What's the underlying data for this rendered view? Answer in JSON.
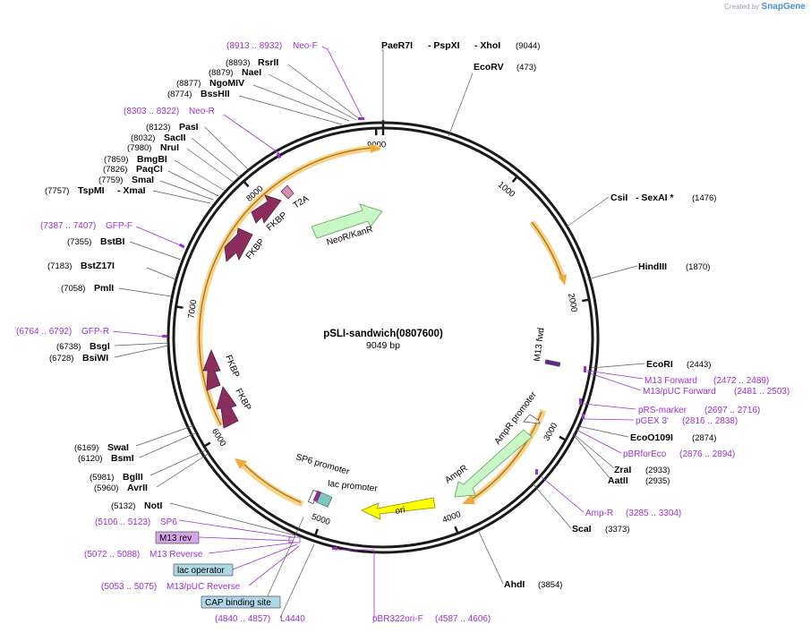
{
  "watermark": {
    "prefix": "Created by",
    "brand": "SnapGene"
  },
  "plasmid": {
    "name": "pSLI-sandwich(0807600)",
    "size_label": "9049 bp",
    "length": 9049
  },
  "ring_ticks": [
    "1000",
    "2000",
    "3000",
    "4000",
    "5000",
    "6000",
    "7000",
    "8000",
    "9000"
  ],
  "sites": [
    {
      "name": "PaeR7I",
      "pos": 9044,
      "num": ""
    },
    {
      "name": "- PspXI",
      "pos": 9044,
      "num": ""
    },
    {
      "name": "- XhoI",
      "pos": 9044,
      "num": "(9044)"
    },
    {
      "name": "EcoRV",
      "pos": 473,
      "num": "(473)"
    },
    {
      "name": "CsiI",
      "pos": 1476,
      "num": ""
    },
    {
      "name": "- SexAI *",
      "pos": 1476,
      "num": "(1476)"
    },
    {
      "name": "HindIII",
      "pos": 1870,
      "num": "(1870)"
    },
    {
      "name": "EcoRI",
      "pos": 2443,
      "num": "(2443)"
    },
    {
      "name": "EcoO109I",
      "pos": 2874,
      "num": "(2874)"
    },
    {
      "name": "ZraI",
      "pos": 2933,
      "num": "(2933)"
    },
    {
      "name": "AatII",
      "pos": 2935,
      "num": "(2935)"
    },
    {
      "name": "ScaI",
      "pos": 3373,
      "num": "(3373)"
    },
    {
      "name": "AhdI",
      "pos": 3854,
      "num": "(3854)"
    },
    {
      "name": "NotI",
      "pos": 5132,
      "num": "(5132)"
    },
    {
      "name": "AvrII",
      "pos": 5960,
      "num": "(5960)"
    },
    {
      "name": "BglII",
      "pos": 5981,
      "num": "(5981)"
    },
    {
      "name": "BsmI",
      "pos": 6120,
      "num": "(6120)"
    },
    {
      "name": "SwaI",
      "pos": 6169,
      "num": "(6169)"
    },
    {
      "name": "BsiWI",
      "pos": 6728,
      "num": "(6728)"
    },
    {
      "name": "BsgI",
      "pos": 6738,
      "num": "(6738)"
    },
    {
      "name": "PmlI",
      "pos": 7058,
      "num": "(7058)"
    },
    {
      "name": "BstZ17I",
      "pos": 7183,
      "num": "(7183)"
    },
    {
      "name": "BstBI",
      "pos": 7355,
      "num": "(7355)"
    },
    {
      "name": "TspMI",
      "pos": 7757,
      "num": "(7757)"
    },
    {
      "name": "- XmaI",
      "pos": 7757,
      "num": ""
    },
    {
      "name": "SmaI",
      "pos": 7759,
      "num": "(7759)"
    },
    {
      "name": "PaqCI",
      "pos": 7826,
      "num": "(7826)"
    },
    {
      "name": "BmgBI",
      "pos": 7859,
      "num": "(7859)"
    },
    {
      "name": "NruI",
      "pos": 7980,
      "num": "(7980)"
    },
    {
      "name": "SacII",
      "pos": 8032,
      "num": "(8032)"
    },
    {
      "name": "PasI",
      "pos": 8123,
      "num": "(8123)"
    },
    {
      "name": "BssHII",
      "pos": 8774,
      "num": "(8774)"
    },
    {
      "name": "NgoMIV",
      "pos": 8877,
      "num": "(8877)"
    },
    {
      "name": "NaeI",
      "pos": 8879,
      "num": "(8879)"
    },
    {
      "name": "RsrII",
      "pos": 8893,
      "num": "(8893)"
    }
  ],
  "primers": [
    {
      "name": "Neo-F",
      "range": "(8913 .. 8932)"
    },
    {
      "name": "Neo-R",
      "range": "(8303 .. 8322)"
    },
    {
      "name": "GFP-F",
      "range": "(7387 .. 7407)"
    },
    {
      "name": "GFP-R",
      "range": "(6764 .. 6792)"
    },
    {
      "name": "M13 Forward",
      "range": "(2472 .. 2489)"
    },
    {
      "name": "M13/pUC Forward",
      "range": "(2481 .. 2503)"
    },
    {
      "name": "pRS-marker",
      "range": "(2697 .. 2716)"
    },
    {
      "name": "pGEX 3'",
      "range": "(2816 .. 2838)"
    },
    {
      "name": "pBRforEco",
      "range": "(2876 .. 2894)"
    },
    {
      "name": "Amp-R",
      "range": "(3285 .. 3304)"
    },
    {
      "name": "pBR322ori-F",
      "range": "(4587 .. 4606)"
    },
    {
      "name": "SP6",
      "range": "(5106 .. 5123)"
    },
    {
      "name": "M13 Reverse",
      "range": "(5072 .. 5088)"
    },
    {
      "name": "M13/pUC Reverse",
      "range": "(5053 .. 5075)"
    },
    {
      "name": "L4440",
      "range": "(4840 .. 4857)"
    }
  ],
  "boxed_features": {
    "m13_rev": "M13 rev",
    "lac_operator": "lac operator",
    "cap_site": "CAP binding site"
  },
  "features": {
    "neo": "NeoR/KanR",
    "t2a": "T2A",
    "fkbp_top_1": "FKBP",
    "fkbp_top_2": "FKBP",
    "fkbp_left_1": "FKBP",
    "fkbp_left_2": "FKBP",
    "m13fwd": "M13 fwd",
    "ampr_promoter": "AmpR promoter",
    "ampr": "AmpR",
    "ori": "ori",
    "sp6_promoter": "SP6 promoter",
    "lac_promoter": "lac promoter"
  },
  "colors": {
    "backbone": "#1a1a1a",
    "orf_arrow": "#f2a93b",
    "fkbp": "#8b2e5e",
    "resistance": "#c8f7c5",
    "ori": "#ffff00",
    "primer": "#9b30d9",
    "feature_box": "#add8e6",
    "m13rev_box": "#d7a4e8"
  }
}
